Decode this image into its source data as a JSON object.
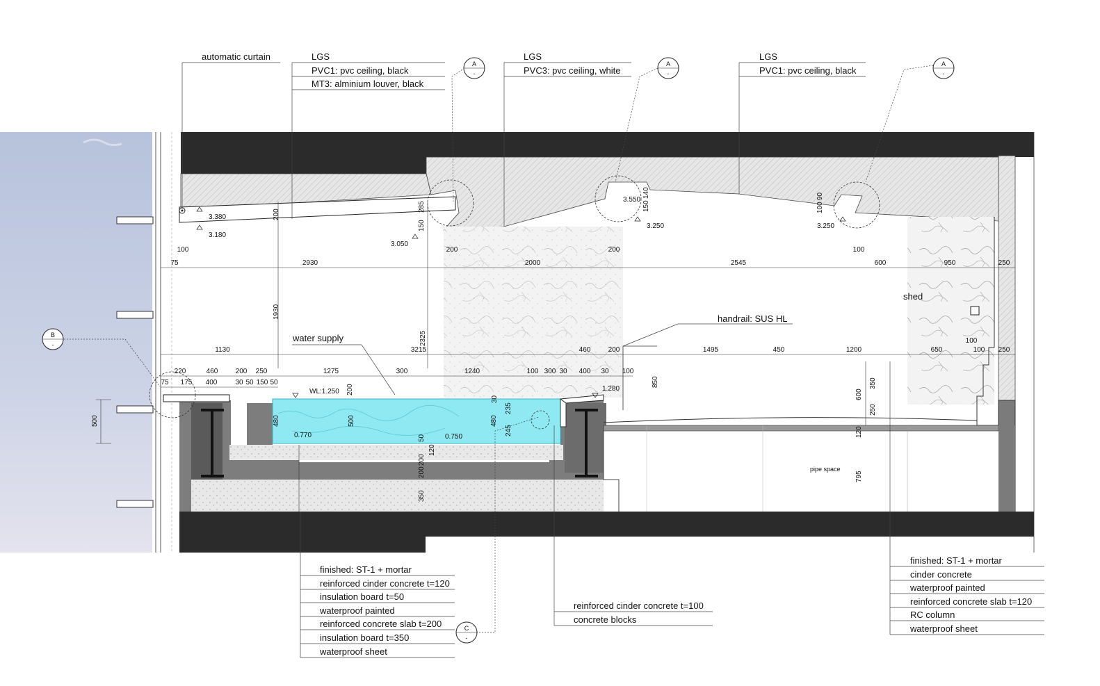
{
  "colors": {
    "sky_top": "#b9c4dc",
    "sky_bottom": "#e6e6ef",
    "slab_dark": "#2a2a2a",
    "hatch": "#dcdcdc",
    "water": "#8fe8f2",
    "concrete_grey": "#7a7a7a",
    "marble_bg": "#f1f1f1"
  },
  "top_labels": {
    "automatic_curtain": "automatic curtain",
    "group1": [
      "LGS",
      "PVC1: pvc ceiling, black",
      "MT3: alminium  louver, black"
    ],
    "group2": [
      "LGS",
      "PVC3: pvc ceiling, white"
    ],
    "group3": [
      "LGS",
      "PVC1: pvc ceiling, black"
    ]
  },
  "section_markers": {
    "A": "A",
    "A_sub": "-",
    "B": "B",
    "B_sub": "-",
    "C": "C",
    "C_sub": "-"
  },
  "levels": {
    "l3380": "3.380",
    "l3180": "3.180",
    "l3050": "3.050",
    "l3550": "3.550",
    "l3250a": "3.250",
    "l3250b": "3.250",
    "wl": "WL:1.250",
    "l1280": "1.280",
    "l0770": "0.770",
    "l0750": "0.750"
  },
  "dims_row1": [
    "100",
    "75",
    "2930",
    "200",
    "2000",
    "200",
    "2545",
    "100",
    "600",
    "950",
    "250"
  ],
  "dims_row2": [
    "1130",
    "3215",
    "460",
    "200",
    "1495",
    "450",
    "1200",
    "650",
    "100",
    "100",
    "250"
  ],
  "dims_row3": [
    "220",
    "460",
    "200",
    "250",
    "1275",
    "300",
    "1240",
    "100",
    "300",
    "30",
    "400",
    "30",
    "100"
  ],
  "dims_row4": [
    "75",
    "175",
    "400",
    "30",
    "50",
    "150",
    "50"
  ],
  "dims_vertical": {
    "d200a": "200",
    "d285": "285",
    "d150a": "150",
    "d150b": "150",
    "d140": "140",
    "d100": "100",
    "d90": "90",
    "d1930": "1930",
    "d2325": "2325",
    "d850": "850",
    "d500side": "500",
    "d480a": "480",
    "d500pool": "500",
    "d200b": "200",
    "d30": "30",
    "d235": "235",
    "d480b": "480",
    "d245": "245",
    "d50": "50",
    "d120a": "120",
    "d200c": "200",
    "d200d": "200",
    "d350a": "350",
    "d350b": "350",
    "d600": "600",
    "d250": "250",
    "d120b": "120",
    "d795": "795"
  },
  "inline_labels": {
    "water_supply": "water supply",
    "handrail": "handrail: SUS HL",
    "shed": "shed",
    "pipe_space": "pipe space"
  },
  "bottom_left_labels": [
    "finished: ST-1 + mortar",
    "reinforced cinder concrete t=120",
    "insulation board t=50",
    "waterproof painted",
    "reinforced concrete slab t=200",
    "insulation board t=350",
    "waterproof sheet"
  ],
  "bottom_mid_labels": [
    "reinforced cinder concrete t=100",
    "concrete blocks"
  ],
  "bottom_right_labels": [
    "finished: ST-1 + mortar",
    "cinder concrete",
    "waterproof painted",
    "reinforced concrete slab t=120",
    "RC column",
    "waterproof sheet"
  ]
}
